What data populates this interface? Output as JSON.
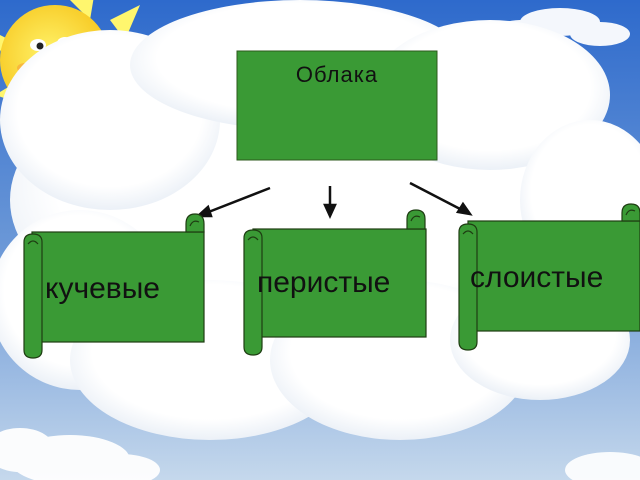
{
  "diagram": {
    "title": "Облака",
    "categories": [
      {
        "id": "cumulus",
        "label": "кучевые"
      },
      {
        "id": "cirrus",
        "label": "перистые"
      },
      {
        "id": "stratus",
        "label": "слоистые"
      }
    ]
  },
  "colors": {
    "sky_top": "#2f6fd0",
    "sky_bottom": "#bcd2ea",
    "cloud": "#ffffff",
    "box_fill": "#3a9a35",
    "box_border": "#2c5a1c",
    "sun": "#ffe23a",
    "sun_ray": "#fff36b",
    "arrow": "#111111",
    "text": "#111111"
  }
}
